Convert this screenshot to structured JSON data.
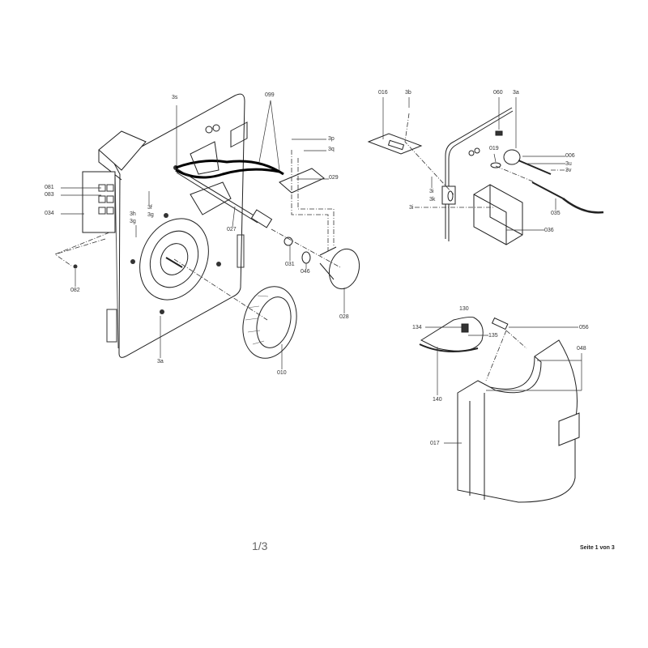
{
  "diagram_left": {
    "labels": [
      "3s",
      "099",
      "3p",
      "3q",
      "029",
      "081",
      "083",
      "034",
      "3f",
      "3g",
      "3h",
      "3g",
      "027",
      "031",
      "046",
      "028",
      "082",
      "3a",
      "010"
    ]
  },
  "diagram_top_right": {
    "labels": [
      "016",
      "3b",
      "060",
      "3a",
      "019",
      "006",
      "3u",
      "3v",
      "3i",
      "3k",
      "3i",
      "035",
      "036"
    ]
  },
  "diagram_bottom_right": {
    "labels": [
      "130",
      "134",
      "135",
      "056",
      "048",
      "140",
      "017"
    ]
  },
  "footer": {
    "page_indicator": "1/3",
    "page_text": "Seite 1 von 3"
  }
}
